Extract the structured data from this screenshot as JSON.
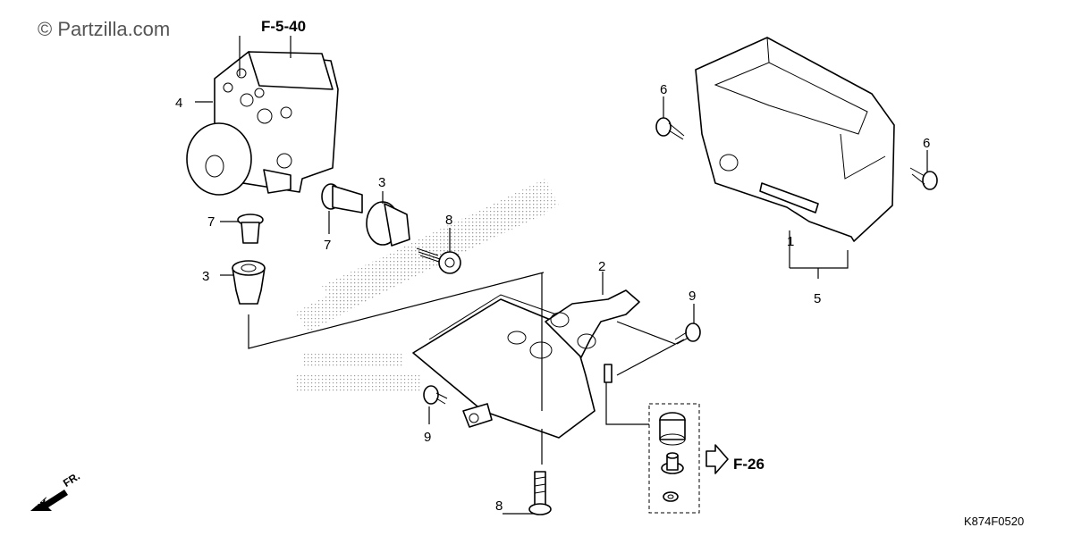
{
  "watermark": "© Partzilla.com",
  "diagram_code": "K874F0520",
  "refs": {
    "top": "F-5-40",
    "right": "F-26",
    "front": "FR."
  },
  "callouts": {
    "c1": "1",
    "c2": "2",
    "c3a": "3",
    "c3b": "3",
    "c4": "4",
    "c5": "5",
    "c6a": "6",
    "c6b": "6",
    "c7a": "7",
    "c7b": "7",
    "c8a": "8",
    "c8b": "8",
    "c9a": "9",
    "c9b": "9"
  }
}
